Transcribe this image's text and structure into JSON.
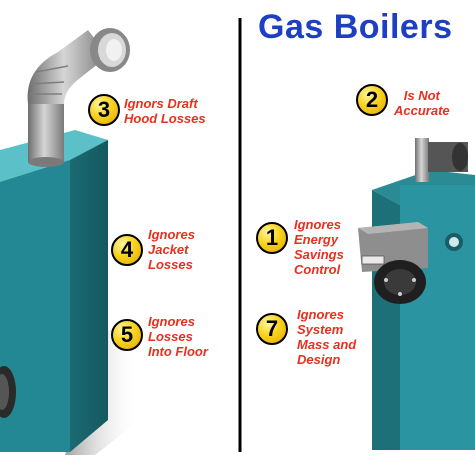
{
  "title": "Gas Boilers",
  "callouts": [
    {
      "number": "3",
      "text": "Ignors Draft\nHood Losses"
    },
    {
      "number": "2",
      "text": "Is Not\nAccurate"
    },
    {
      "number": "4",
      "text": "Ignores\nJacket\nLosses"
    },
    {
      "number": "1",
      "text": "Ignores\nEnergy\nSavings\nControl"
    },
    {
      "number": "5",
      "text": "Ignores\nLosses\nInto Floor"
    },
    {
      "number": "7",
      "text": "Ignores\nSystem\nMass and\nDesign"
    }
  ],
  "colors": {
    "title": "#1e3fc4",
    "label": "#e8301e",
    "badge": "#f7d21e",
    "boiler": "#2f9aa5",
    "boiler_dark": "#1c6f79",
    "flue": "#9a9a9a"
  }
}
